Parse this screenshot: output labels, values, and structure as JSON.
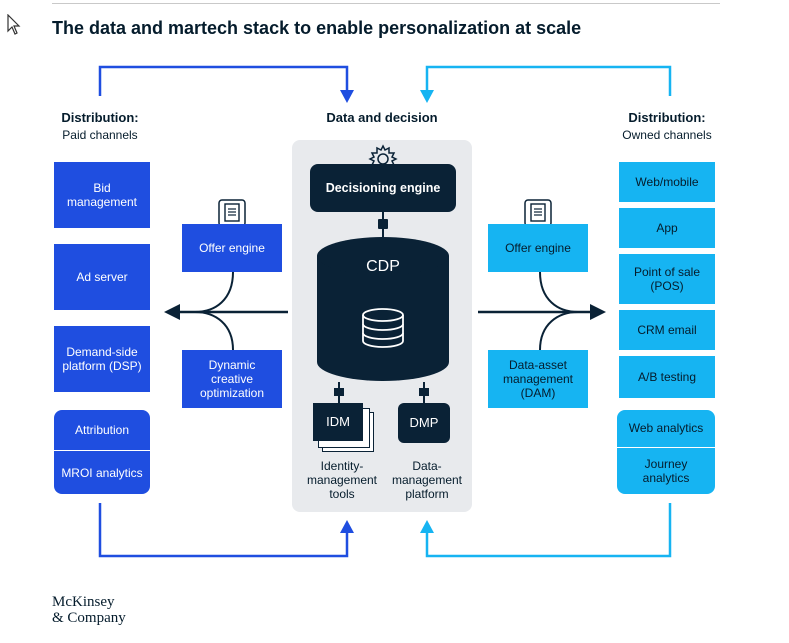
{
  "title": "The data and martech stack to enable personalization at scale",
  "left": {
    "heading": "Distribution:",
    "subheading": "Paid channels",
    "items": [
      "Bid management",
      "Ad server",
      "Demand-side platform (DSP)"
    ],
    "group": [
      "Attribution",
      "MROI analytics"
    ],
    "offer_engine": "Offer engine",
    "dco": "Dynamic creative optimization"
  },
  "center": {
    "heading": "Data and decision",
    "decisioning": "Decisioning engine",
    "cdp": "CDP",
    "idm": "IDM",
    "dmp": "DMP",
    "idm_caption": "Identity-management tools",
    "dmp_caption": "Data-management platform"
  },
  "right": {
    "heading": "Distribution:",
    "subheading": "Owned channels",
    "items": [
      "Web/mobile",
      "App",
      "Point of sale (POS)",
      "CRM email",
      "A/B testing"
    ],
    "group": [
      "Web analytics",
      "Journey analytics"
    ],
    "offer_engine": "Offer engine",
    "dam": "Data-asset management (DAM)"
  },
  "logo": [
    "McKinsey",
    "& Company"
  ],
  "colors": {
    "paid": "#1f4ee0",
    "owned": "#16b4f2",
    "dark": "#0a2236",
    "panel": "#e8eaed"
  }
}
